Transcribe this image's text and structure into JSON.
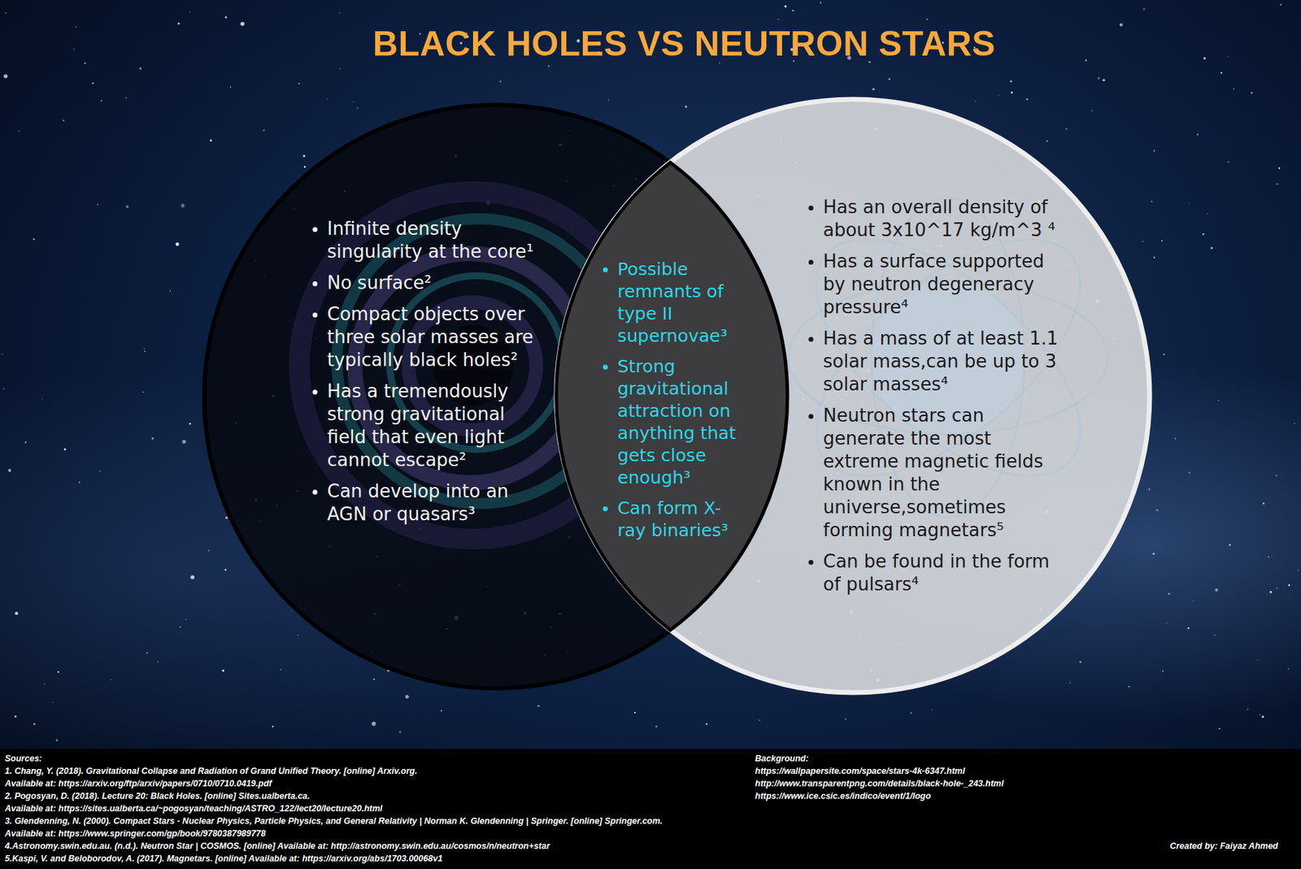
{
  "diagram": {
    "title": "BLACK HOLES VS NEUTRON STARS",
    "nodes": [
      {
        "text": [
          "Infinite density singularity at the core¹",
          "No surface²",
          "Compact objects over three solar masses are typically black holes²",
          "Has a tremendously strong gravitational field that even light cannot escape²",
          "Can develop into an AGN or quasars³"
        ]
      },
      {
        "text": [
          "Possible remnants of type II supernovae³",
          "Strong gravitational attraction on anything that gets close enough³",
          "Can form X-ray binaries³"
        ]
      },
      {
        "text": [
          "Has an overall density of about 3x10^17 kg/m^3 ⁴",
          "Has a surface supported by neutron degeneracy pressure⁴",
          "Has a mass of at least 1.1 solar mass,can be up to 3 solar masses⁴",
          "Neutron stars can generate the most extreme magnetic fields known in the universe,sometimes forming magnetars⁵",
          "Can be found in the form of pulsars⁴"
        ]
      }
    ],
    "labels": [
      "Sources:",
      "1. Chang, Y. (2018). Gravitational Collapse and Radiation of Grand Unified Theory. [online] Arxiv.org.",
      "Available at: https://arxiv.org/ftp/arxiv/papers/0710/0710.0419.pdf",
      "2. Pogosyan, D. (2018). Lecture 20: Black Holes. [online] Sites.ualberta.ca.",
      "Available at: https://sites.ualberta.ca/~pogosyan/teaching/ASTRO_122/lect20/lecture20.html",
      "3. Glendenning, N. (2000). Compact Stars - Nuclear Physics, Particle Physics, and General Relativity | Norman K. Glendenning | Springer. [online] Springer.com.",
      "Available at: https://www.springer.com/gp/book/9780387989778",
      "4.Astronomy.swin.edu.au. (n.d.). Neutron Star | COSMOS. [online] Available at: http://astronomy.swin.edu.au/cosmos/n/neutron+star",
      "5.Kaspi, V. and Beloborodov, A. (2017). Magnetars. [online] Available at: https://arxiv.org/abs/1703.00068v1",
      "Background:",
      "https://wallpapersite.com/space/stars-4k-6347.html",
      "http://www.transparentpng.com/details/black-hole-_243.html",
      "https://www.ice.csic.es/indico/event/1/logo",
      "Created by: Faiyaz Ahmed"
    ]
  }
}
